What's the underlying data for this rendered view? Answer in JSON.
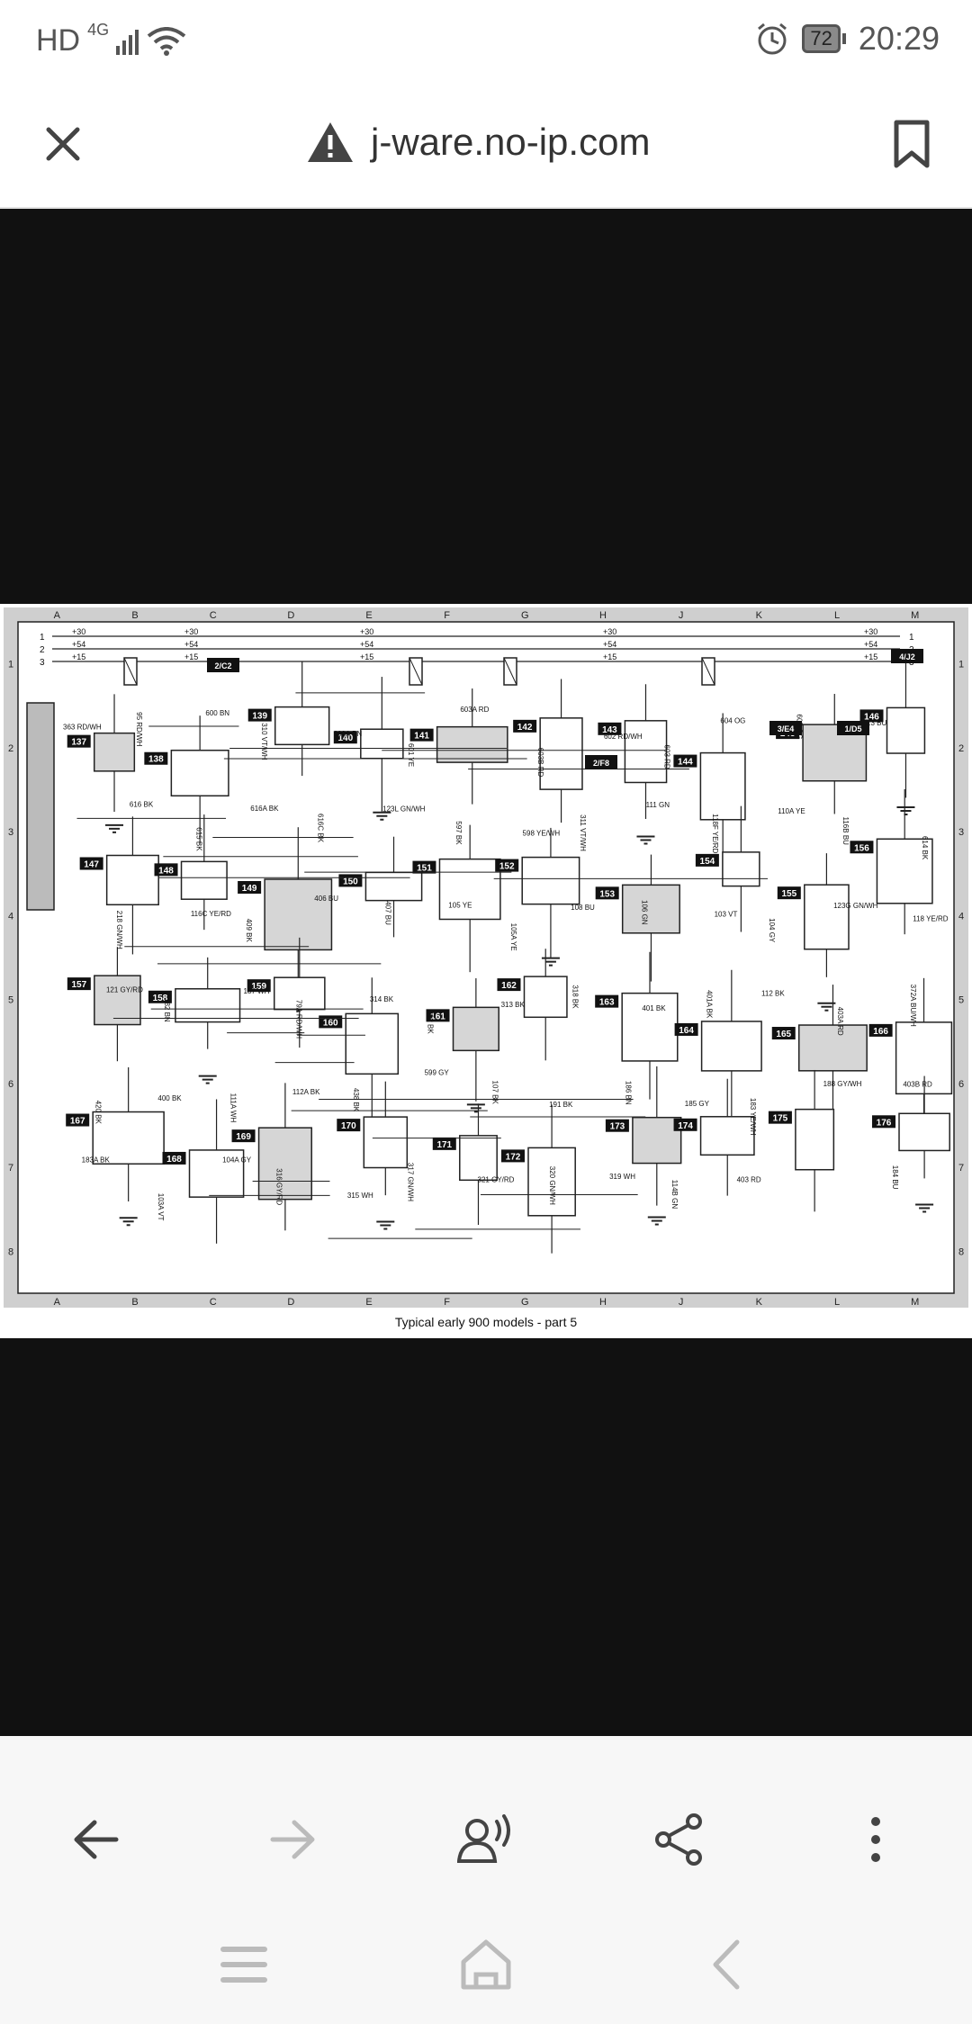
{
  "status": {
    "network_left": "HD",
    "network_gen": "4G",
    "battery": "72",
    "time": "20:29"
  },
  "url": {
    "domain": "j-ware.no-ip.com"
  },
  "icons": {
    "close": "close-icon",
    "warning": "warning-icon",
    "bookmark": "bookmark-icon",
    "back": "back-arrow-icon",
    "forward": "forward-arrow-icon",
    "voice": "voice-icon",
    "share": "share-icon",
    "more": "more-vertical-icon",
    "recents": "recents-icon",
    "home": "home-icon",
    "sys_back": "system-back-icon"
  },
  "diagram": {
    "caption": "Typical early 900 models - part 5",
    "columns": [
      "A",
      "B",
      "C",
      "D",
      "E",
      "F",
      "G",
      "H",
      "J",
      "K",
      "L",
      "M"
    ],
    "rows": [
      "1",
      "2",
      "3",
      "4",
      "5",
      "6",
      "7",
      "8"
    ],
    "rails": [
      {
        "num": "1",
        "label": "+30"
      },
      {
        "num": "2",
        "label": "+54"
      },
      {
        "num": "3",
        "label": "+15"
      }
    ],
    "refs": [
      "2/C2",
      "2/F8",
      "3/E4",
      "1/D5",
      "4/J2"
    ],
    "components": [
      "137",
      "138",
      "139",
      "140",
      "141",
      "142",
      "143",
      "144",
      "145",
      "146",
      "147",
      "148",
      "149",
      "150",
      "151",
      "152",
      "153",
      "154",
      "155",
      "156",
      "157",
      "158",
      "159",
      "160",
      "161",
      "162",
      "163",
      "164",
      "165",
      "166",
      "167",
      "168",
      "169",
      "170",
      "171",
      "172",
      "173",
      "174",
      "175",
      "176"
    ],
    "wire_labels": [
      "363 RD/WH",
      "95 RD/WH",
      "600 BN",
      "310 VT/WH",
      "600A BN",
      "601 YE",
      "603A RD",
      "603B RD",
      "602 RD/WH",
      "603 RD",
      "604 OG",
      "605 OG",
      "613 BU",
      "614 BK",
      "616 BK",
      "615 BK",
      "616A BK",
      "616C BK",
      "123L GN/WH",
      "597 BK",
      "598 YE/WH",
      "311 VT/WH",
      "111 GN",
      "118F YE/RD",
      "110A YE",
      "116B BU",
      "118 YE/RD",
      "218 GN/WH",
      "116C YE/RD",
      "409 BK",
      "406 BU",
      "407 BU",
      "105 YE",
      "105A YE",
      "108 BU",
      "106 GN",
      "103 VT",
      "104 GY",
      "123G GN/WH",
      "372A BU/WH",
      "121 GY/RD",
      "182 BN",
      "187 WH",
      "79A RD/WH",
      "314 BK",
      "312 BK",
      "313 BK",
      "318 BK",
      "401 BK",
      "401A BK",
      "112 BK",
      "403A RD",
      "403B RD",
      "420 BK",
      "400 BK",
      "111A WH",
      "112A BK",
      "438 BK",
      "599 GY",
      "107 BK",
      "191 BK",
      "186 BN",
      "185 GY",
      "183 YE/WH",
      "188 GY/WH",
      "184 BU",
      "183A BK",
      "103A VT",
      "104A GY",
      "316 GY/RD",
      "315 WH",
      "317 GN/WH",
      "321 GY/RD",
      "320 GN/WH",
      "319 WH",
      "114B GN",
      "403 RD"
    ]
  }
}
